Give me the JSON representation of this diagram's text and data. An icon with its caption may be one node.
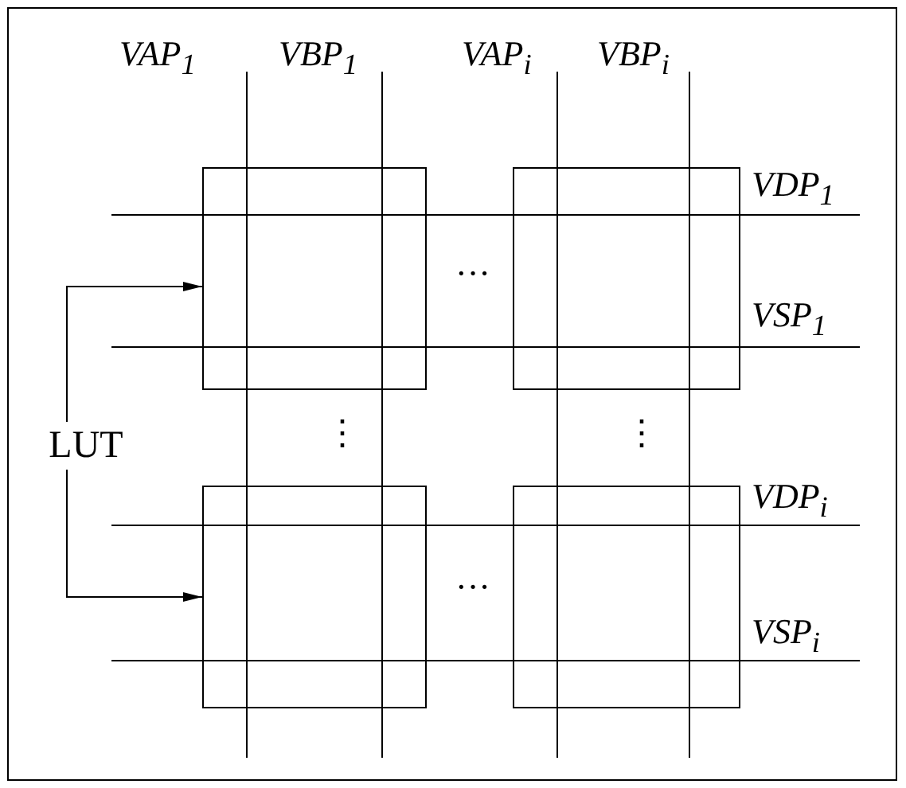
{
  "diagram": {
    "nodes": [
      {
        "text": [],
        "shape": "box"
      },
      {
        "text": [],
        "shape": "box"
      },
      {
        "text": [
          "LUT"
        ]
      },
      {
        "text": [],
        "shape": "box"
      },
      {
        "text": [],
        "shape": "box"
      }
    ],
    "edges": [
      {
        "from": 2,
        "to": 0,
        "arrow": "to"
      },
      {
        "from": 2,
        "to": 3,
        "arrow": "to"
      }
    ],
    "labels": [
      "VAP$_{1}$",
      "VBP$_{1}$",
      "VAP$_{i}$",
      "VBP$_{i}$",
      "VDP$_{1}$",
      "···",
      "VSP$_{1}$",
      "⋮",
      "⋮",
      "VDP$_{i}$",
      "···",
      "VSP$_{i}$"
    ]
  }
}
